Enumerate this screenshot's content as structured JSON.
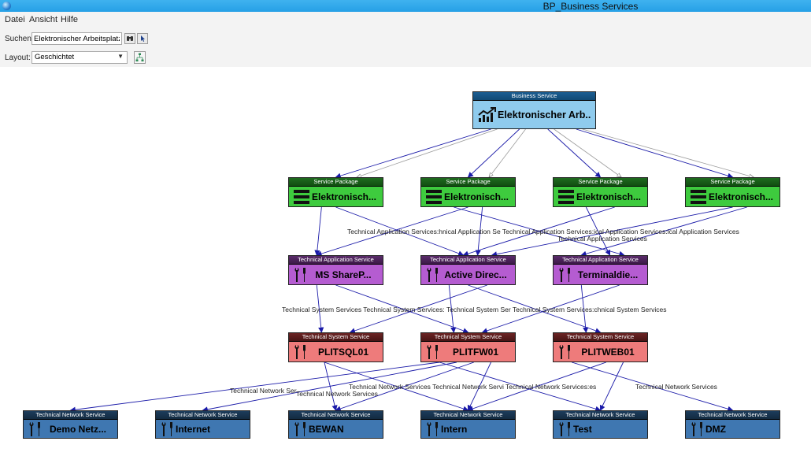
{
  "window": {
    "title": "BP_Business Services"
  },
  "menu": [
    {
      "label": "Datei",
      "id": "datei"
    },
    {
      "label": "Ansicht",
      "id": "ansicht"
    },
    {
      "label": "Hilfe",
      "id": "hilfe"
    }
  ],
  "toolbar": {
    "search_label": "Suchen:",
    "search_value": "Elektronischer Arbeitsplatz",
    "layout_label": "Layout:",
    "layout_value": "Geschichtet"
  },
  "nodes": {
    "business": {
      "type": "Business Service",
      "name": "Elektronischer Arb..."
    },
    "pkg1": {
      "type": "Service Package",
      "name": "Elektronisch..."
    },
    "pkg2": {
      "type": "Service Package",
      "name": "Elektronisch..."
    },
    "pkg3": {
      "type": "Service Package",
      "name": "Elektronisch..."
    },
    "pkg4": {
      "type": "Service Package",
      "name": "Elektronisch..."
    },
    "app1": {
      "type": "Technical Application Service",
      "name": "MS ShareP..."
    },
    "app2": {
      "type": "Technical Application Service",
      "name": "Active Direc..."
    },
    "app3": {
      "type": "Technical Application Service",
      "name": "Terminaldie..."
    },
    "sys1": {
      "type": "Technical System Service",
      "name": "PLITSQL01"
    },
    "sys2": {
      "type": "Technical System Service",
      "name": "PLITFW01"
    },
    "sys3": {
      "type": "Technical System Service",
      "name": "PLITWEB01"
    },
    "net1": {
      "type": "Technical Network Service",
      "name": "Demo Netz..."
    },
    "net2": {
      "type": "Technical Network Service",
      "name": "Internet"
    },
    "net3": {
      "type": "Technical Network Service",
      "name": "BEWAN"
    },
    "net4": {
      "type": "Technical Network Service",
      "name": "Intern"
    },
    "net5": {
      "type": "Technical Network Service",
      "name": "Test"
    },
    "net6": {
      "type": "Technical Network Service",
      "name": "DMZ"
    }
  },
  "edge_labels": {
    "app_row_1": "Technical Application Services:hnical Application Se Technical Application Services:ical Application Services:ical Application Services",
    "app_row_2": "Technical Application Services",
    "sys_row": "Technical System Services Technical System Services: Technical System Ser Technical System Services:chnical System Services",
    "net_a": "Technical Network Ser",
    "net_b": "Technical Network Services",
    "net_c": "Technical Network Services Technical Network Servi Technical Network Services:es",
    "net_d": "Technical Network Services"
  },
  "colors": {
    "edge": "#1a1aa8",
    "edge_gray": "#9a9a9a",
    "business": "#8fcbed",
    "package": "#3ecb3e",
    "application": "#b55cd1",
    "system": "#ee7b7b",
    "network": "#3f77b1"
  }
}
